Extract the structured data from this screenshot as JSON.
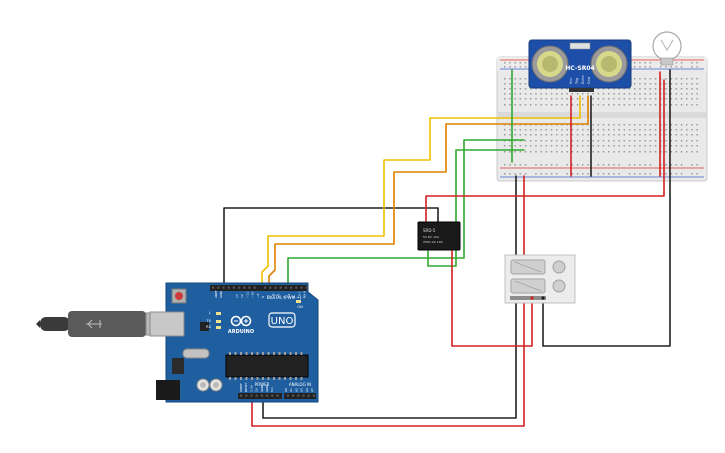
{
  "sensor": {
    "model": "HC-SR04",
    "pins": [
      "Vcc",
      "Trig",
      "Echo",
      "Gnd"
    ]
  },
  "arduino": {
    "brand": "ARDUINO",
    "model": "UNO",
    "digital_label": "DIGITAL (PWM ~)",
    "power_label": "POWER",
    "analog_label": "ANALOG IN",
    "on_label": "ON",
    "tx_label": "TX",
    "rx_label": "RX",
    "l_label": "L",
    "aref_label": "AREF",
    "gnd_label": "GND",
    "digital_pins": [
      "13",
      "12",
      "~11",
      "~10",
      "~9",
      "8",
      "7",
      "~6",
      "~5",
      "4",
      "~3",
      "2",
      "TX 1",
      "RX 0"
    ],
    "power_pins": [
      "IOREF",
      "RESET",
      "3.3V",
      "5V",
      "GND",
      "GND",
      "Vin"
    ],
    "analog_pins": [
      "A0",
      "A1",
      "A2",
      "A3",
      "A4",
      "A5"
    ]
  },
  "relay": {
    "lines": [
      "SRD-5",
      "5V DC 10A",
      "250V AC 10A"
    ]
  },
  "colors": {
    "arduino_blue": "#1f5fa0",
    "wire_red": "#d42020",
    "wire_black": "#222222",
    "wire_yellow": "#f0c000",
    "wire_orange": "#e08000",
    "wire_green": "#2eaa2e",
    "sensor_blue": "#1e4fa8",
    "breadboard": "#e9e9e9"
  },
  "icons": [
    "usb-cable-icon",
    "light-bulb-icon",
    "relay-icon",
    "terminal-block-icon"
  ]
}
